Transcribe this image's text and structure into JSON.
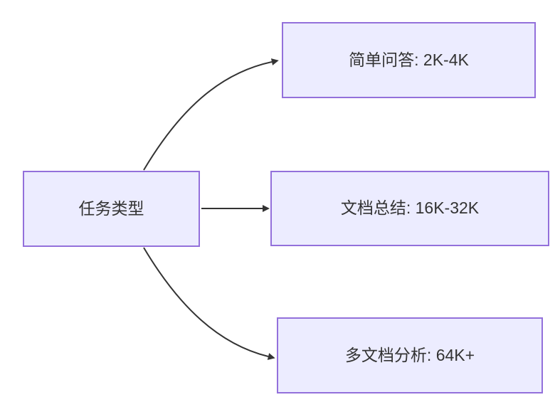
{
  "diagram": {
    "type": "flowchart-left-to-right",
    "root": {
      "label": "任务类型"
    },
    "branches": [
      {
        "label": "简单问答: 2K-4K"
      },
      {
        "label": "文档总结: 16K-32K"
      },
      {
        "label": "多文档分析: 64K+"
      }
    ],
    "colors": {
      "node_fill": "#ECECFF",
      "node_border": "#9370DB",
      "arrow": "#333333",
      "text": "#333333",
      "background": "#FFFFFF"
    }
  }
}
